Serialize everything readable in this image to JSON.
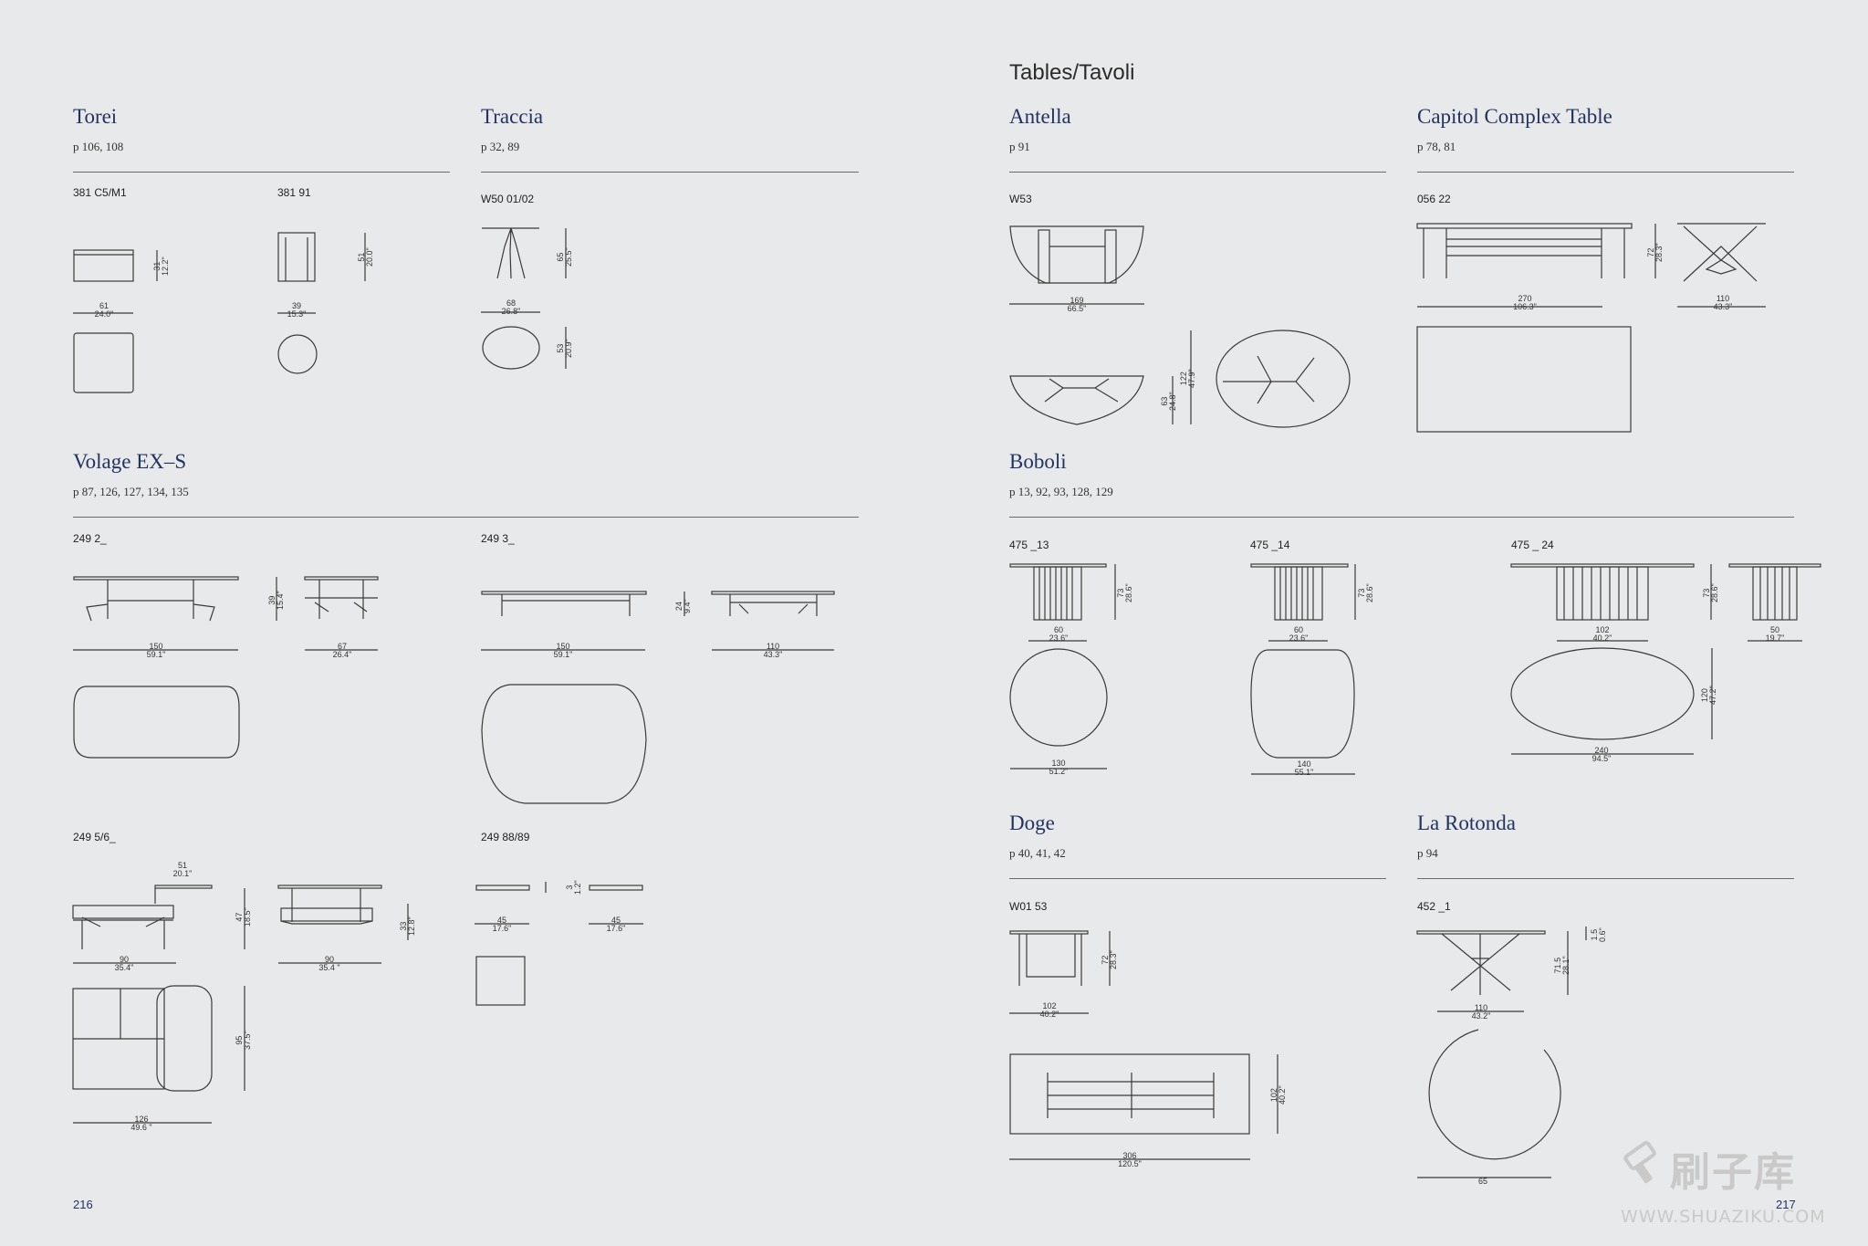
{
  "section_header": "Tables/Tavoli",
  "products": {
    "torei": {
      "title": "Torei",
      "pages": "p 106, 108",
      "code1": "381 C5/M1",
      "code2": "381 91",
      "d1w": "61",
      "d1wi": "24.0\"",
      "d1h": "31",
      "d1hi": "12.2\"",
      "d2w": "39",
      "d2wi": "15.3\"",
      "d2h": "51",
      "d2hi": "20.0\""
    },
    "traccia": {
      "title": "Traccia",
      "pages": "p 32, 89",
      "code": "W50 01/02",
      "dw": "68",
      "dwi": "26.8\"",
      "dh": "65",
      "dhi": "25.5\"",
      "dd": "53",
      "ddi": "20.9\""
    },
    "antella": {
      "title": "Antella",
      "pages": "p 91",
      "code": "W53",
      "dw": "169",
      "dwi": "66.5\"",
      "dh1": "63",
      "dh1i": "24.8\"",
      "dh2": "122",
      "dh2i": "47.9\""
    },
    "capitol": {
      "title": "Capitol Complex Table",
      "pages": "p 78, 81",
      "code": "056 22",
      "dw": "270",
      "dwi": "106.3\"",
      "dh": "72",
      "dhi": "28.3\"",
      "dd": "110",
      "ddi": "43.3\""
    },
    "volage": {
      "title": "Volage EX–S",
      "pages": "p 87, 126, 127, 134, 135",
      "c1": "249 2_",
      "c2": "249 3_",
      "c3": "249 5/6_",
      "c4": "249 88/89",
      "a_w": "150",
      "a_wi": "59.1\"",
      "a_h": "39",
      "a_hi": "15.4\"",
      "a_d": "67",
      "a_di": "26.4\"",
      "b_w": "150",
      "b_wi": "59.1\"",
      "b_h": "24",
      "b_hi": "9.4\"",
      "b_d": "110",
      "b_di": "43.3\"",
      "c_top": "51",
      "c_topi": "20.1\"",
      "c_w": "90",
      "c_wi": "35.4\"",
      "c_h": "47",
      "c_hi": "18.5\"",
      "c_w2": "90",
      "c_w2i": "35.4 \"",
      "c_h2": "33",
      "c_h2i": "12.8\"",
      "c_pw": "126",
      "c_pwi": "49.6 \"",
      "c_pd": "95",
      "c_pdi": "37.5\"",
      "d_w1": "45",
      "d_w1i": "17.6\"",
      "d_h": "3",
      "d_hi": "1.2\"",
      "d_w2": "45",
      "d_w2i": "17.6\""
    },
    "boboli": {
      "title": "Boboli",
      "pages": "p 13, 92, 93, 128, 129",
      "c1": "475 _13",
      "c2": "475 _14",
      "c3": "475 _ 24",
      "a_w": "60",
      "a_wi": "23.6\"",
      "a_h": "73",
      "a_hi": "28.6\"",
      "a_d": "130",
      "a_di": "51.2\"",
      "b_w": "60",
      "b_wi": "23.6\"",
      "b_h": "73",
      "b_hi": "28.6\"",
      "b_d": "140",
      "b_di": "55.1\"",
      "c_w": "102",
      "c_wi": "40.2\"",
      "c_h": "73",
      "c_hi": "28.6\"",
      "c_s": "50",
      "c_si": "19.7\"",
      "c_l": "240",
      "c_li": "94.5\"",
      "c_d": "120",
      "c_di": "47.2\""
    },
    "doge": {
      "title": "Doge",
      "pages": "p 40, 41, 42",
      "code": "W01 53",
      "dw": "102",
      "dwi": "40.2\"",
      "dh": "72",
      "dhi": "28.3\"",
      "pl": "306",
      "pli": "120.5\"",
      "pd": "102",
      "pdi": "40.2\""
    },
    "rotonda": {
      "title": "La Rotonda",
      "pages": "p 94",
      "code": "452 _1",
      "dw": "110",
      "dwi": "43.2\"",
      "dh": "71.5",
      "dhi": "28.1\"",
      "dt": "1.5",
      "dti": "0.6\"",
      "dd": "65"
    }
  },
  "page_left": "216",
  "page_right": "217",
  "watermark": {
    "text": "刷子库",
    "url": "WWW.SHUAZIKU.COM",
    "icon": "brush-logo-icon"
  }
}
